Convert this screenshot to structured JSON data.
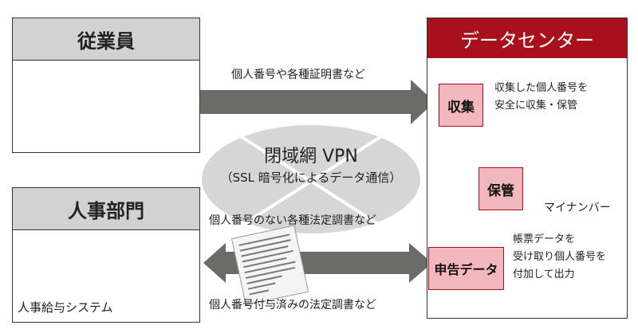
{
  "employee": {
    "title": "従業員"
  },
  "hr": {
    "title": "人事部門",
    "system_label": "人事給与システム"
  },
  "datacenter": {
    "title": "データセンター",
    "collect": {
      "label": "収集",
      "desc_lines": [
        "収集した個人番号を",
        "安全に収集・保管"
      ]
    },
    "store": {
      "label": "保管",
      "db_label": "マイナンバー"
    },
    "report": {
      "label": "申告データ",
      "desc_lines": [
        "帳票データを",
        "受け取り個人番号を",
        "付加して出力"
      ]
    }
  },
  "flows": {
    "top": "個人番号や各種証明書など",
    "middle": "個人番号のない各種法定調書など",
    "bottom": "個人番号付与済みの法定調書など"
  },
  "vpn": {
    "title": "閉域網 VPN",
    "subtitle": "（SSL 暗号化によるデータ通信）"
  },
  "colors": {
    "accent": "#a8101c",
    "header_gray": "#d2d2d2",
    "arrow": "#6b6b68",
    "pink": "#f2b8bd"
  }
}
